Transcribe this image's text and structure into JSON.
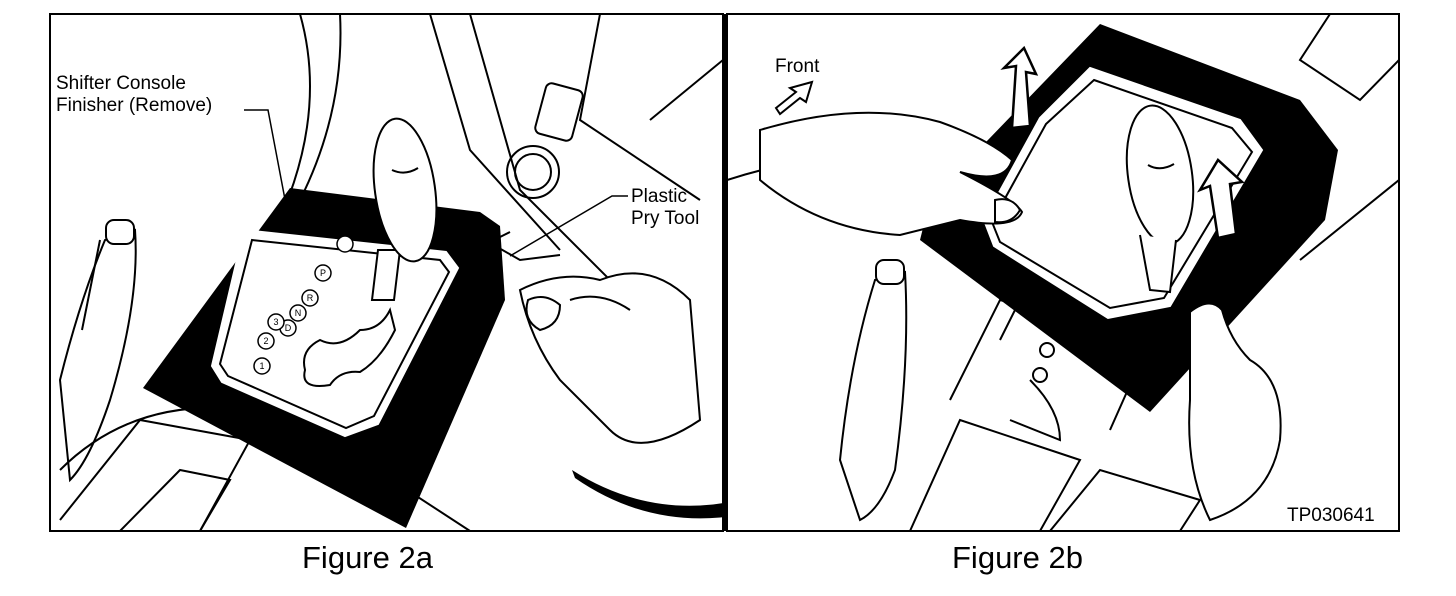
{
  "figure_a": {
    "callout_finisher": "Shifter Console\nFinisher (Remove)",
    "callout_tool": "Plastic\nPry Tool",
    "gear_positions": [
      "P",
      "R",
      "N",
      "D",
      "3",
      "2",
      "1"
    ],
    "caption": "Figure 2a"
  },
  "figure_b": {
    "direction_label": "Front",
    "caption": "Figure 2b"
  },
  "figure_id": "TP030641",
  "colors": {
    "ink": "#000000",
    "paper": "#ffffff"
  }
}
